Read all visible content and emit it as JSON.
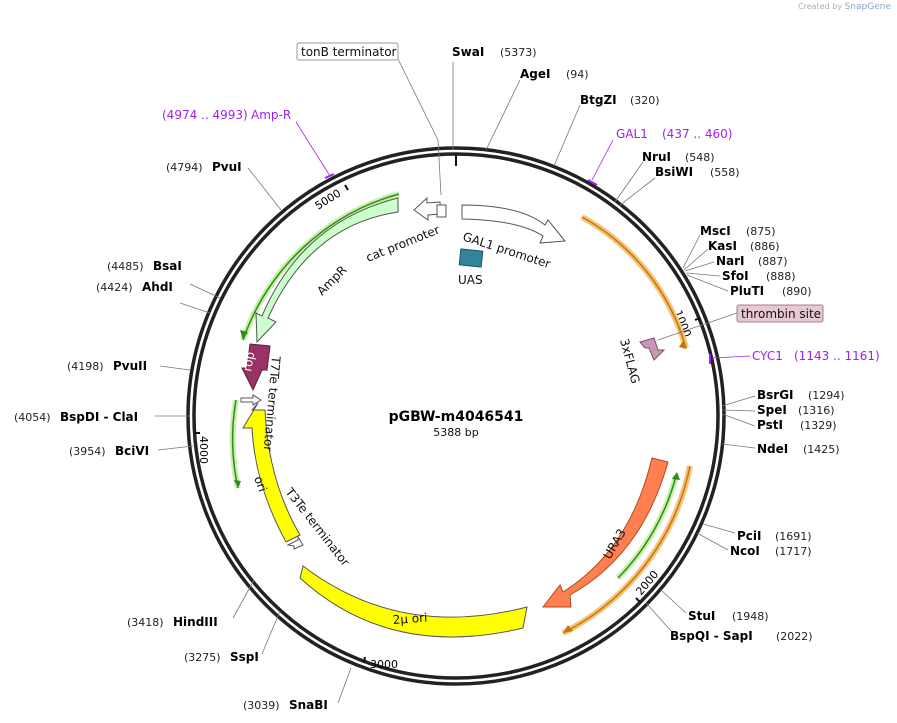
{
  "credit": {
    "prefix": "Created by",
    "brand": "SnapGene"
  },
  "plasmid": {
    "name": "pGBW-m4046541",
    "length": "5388 bp"
  },
  "ruler": [
    "1000",
    "2000",
    "3000",
    "4000",
    "5000"
  ],
  "features": [
    {
      "name": "GAL1 promoter",
      "color": "#ffffff"
    },
    {
      "name": "UAS",
      "color": "#31849b"
    },
    {
      "name": "3xFLAG",
      "color": "#c896b4"
    },
    {
      "name": "URA3",
      "color": "#ff7f50"
    },
    {
      "name": "2μ ori",
      "color": "#ffff00"
    },
    {
      "name": "T3Te terminator",
      "color": "#ffffff"
    },
    {
      "name": "ori",
      "color": "#ffff00"
    },
    {
      "name": "T7Te terminator",
      "color": "#ffffff"
    },
    {
      "name": "rop",
      "color": "#993366"
    },
    {
      "name": "AmpR",
      "color": "#ccffcc"
    },
    {
      "name": "cat promoter",
      "color": "#ffffff"
    }
  ],
  "boxed_labels": [
    {
      "name": "tonB terminator"
    },
    {
      "name": "thrombin site"
    }
  ],
  "primers": [
    {
      "name": "Amp-R",
      "pos": "(4974 .. 4993)"
    },
    {
      "name": "GAL1",
      "pos": "(437 .. 460)"
    },
    {
      "name": "CYC1",
      "pos": "(1143 .. 1161)"
    }
  ],
  "sites": [
    {
      "name": "SwaI",
      "pos": "(5373)"
    },
    {
      "name": "AgeI",
      "pos": "(94)"
    },
    {
      "name": "BtgZI",
      "pos": "(320)"
    },
    {
      "name": "NruI",
      "pos": "(548)"
    },
    {
      "name": "BsiWI",
      "pos": "(558)"
    },
    {
      "name": "MscI",
      "pos": "(875)"
    },
    {
      "name": "KasI",
      "pos": "(886)"
    },
    {
      "name": "NarI",
      "pos": "(887)"
    },
    {
      "name": "SfoI",
      "pos": "(888)"
    },
    {
      "name": "PluTI",
      "pos": "(890)"
    },
    {
      "name": "BsrGI",
      "pos": "(1294)"
    },
    {
      "name": "SpeI",
      "pos": "(1316)"
    },
    {
      "name": "PstI",
      "pos": "(1329)"
    },
    {
      "name": "NdeI",
      "pos": "(1425)"
    },
    {
      "name": "PciI",
      "pos": "(1691)"
    },
    {
      "name": "NcoI",
      "pos": "(1717)"
    },
    {
      "name": "StuI",
      "pos": "(1948)"
    },
    {
      "name": "BspQI - SapI",
      "pos": "(2022)"
    },
    {
      "name": "SnaBI",
      "pos": "(3039)"
    },
    {
      "name": "SspI",
      "pos": "(3275)"
    },
    {
      "name": "HindIII",
      "pos": "(3418)"
    },
    {
      "name": "BciVI",
      "pos": "(3954)"
    },
    {
      "name": "BspDI - ClaI",
      "pos": "(4054)"
    },
    {
      "name": "PvuII",
      "pos": "(4198)"
    },
    {
      "name": "AhdI",
      "pos": "(4424)"
    },
    {
      "name": "BsaI",
      "pos": "(4485)"
    },
    {
      "name": "PvuI",
      "pos": "(4794)"
    }
  ]
}
